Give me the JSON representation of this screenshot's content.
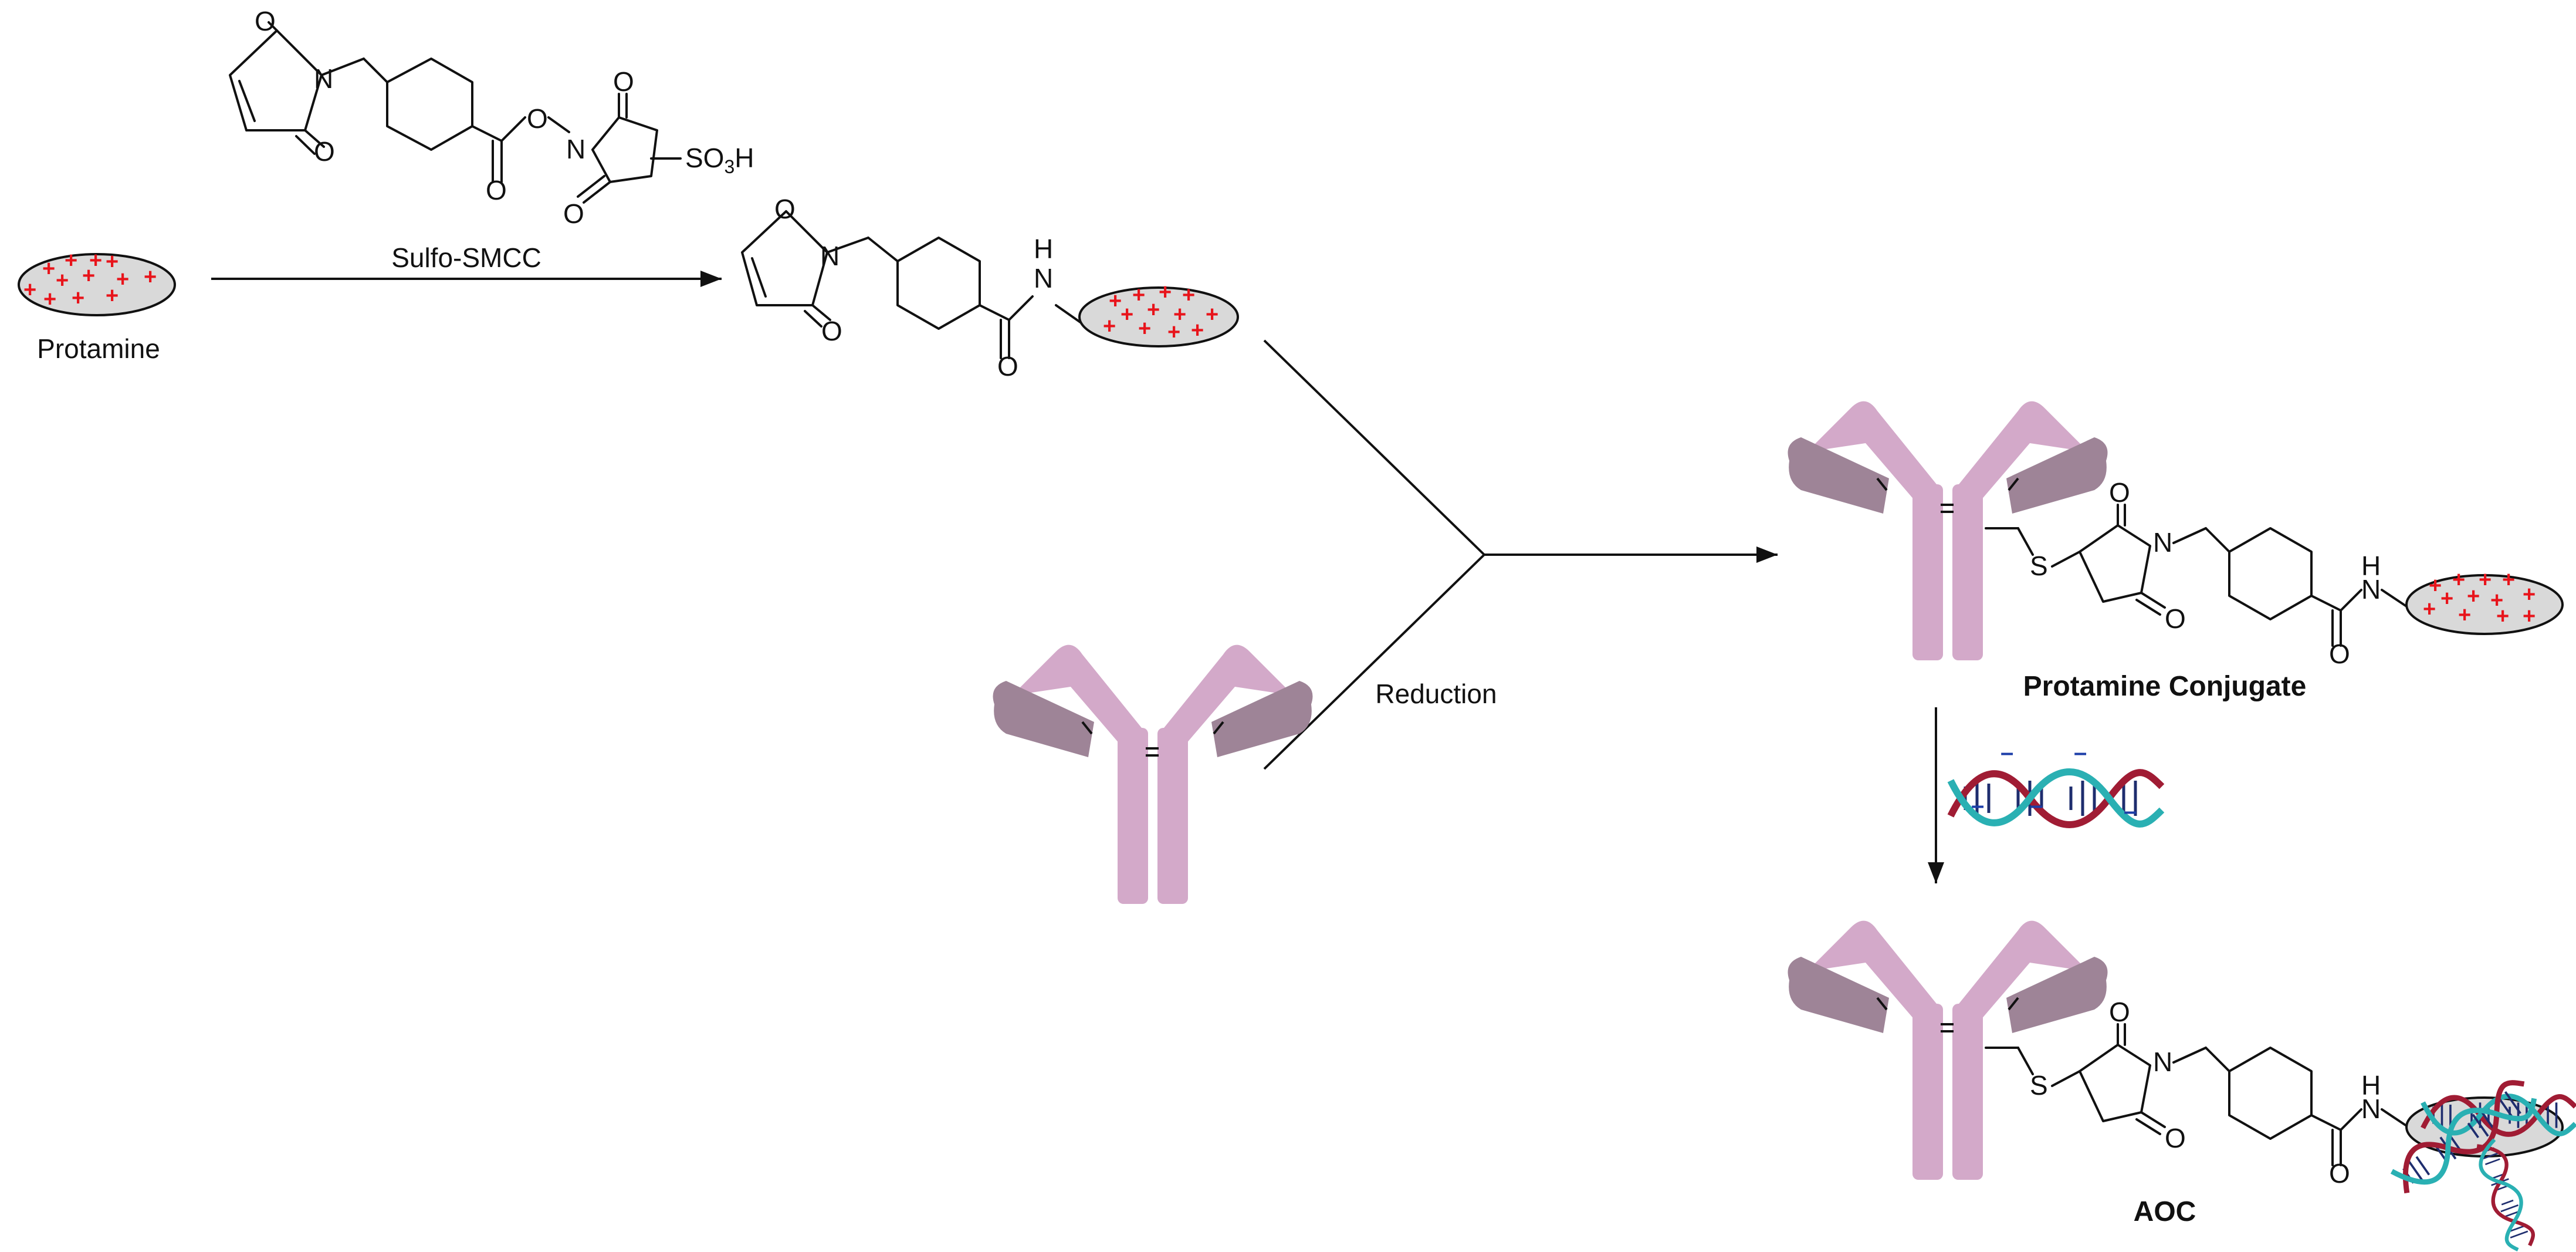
{
  "labels": {
    "protamine": "Protamine",
    "sulfo_smcc": "Sulfo-SMCC",
    "reduction": "Reduction",
    "protamine_conjugate": "Protamine Conjugate",
    "aoc": "AOC"
  },
  "atoms": {
    "oxygen": "O",
    "nitrogen": "N",
    "sulfur": "S",
    "hydrogen": "H",
    "sulfonate_group": "SO3H",
    "amide_nh": "H"
  },
  "colors": {
    "antibody": "#d3a9c9",
    "antibody_light_chain": "#9e8497",
    "positive_charge": "#e8141b",
    "negative_charge": "#1c3ea8",
    "dna_strand_a": "#a01c34",
    "dna_strand_b": "#2ab0b3",
    "dna_rungs": "#1e2d6e"
  },
  "charge_symbols": {
    "positive": "+",
    "negative": "–"
  },
  "icons": [
    "protamine-ellipse",
    "antibody-icon",
    "dna-helix-icon"
  ]
}
